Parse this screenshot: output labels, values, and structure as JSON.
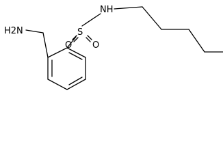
{
  "molecule": {
    "atoms": {
      "aminomethyl_n": "H2N",
      "sulfonamide_n": "NH",
      "sulfur": "S",
      "oxygen_left": "O",
      "oxygen_right": "O"
    }
  },
  "colors": {
    "bond": "#000000",
    "text": "#000000",
    "background": "#ffffff"
  }
}
